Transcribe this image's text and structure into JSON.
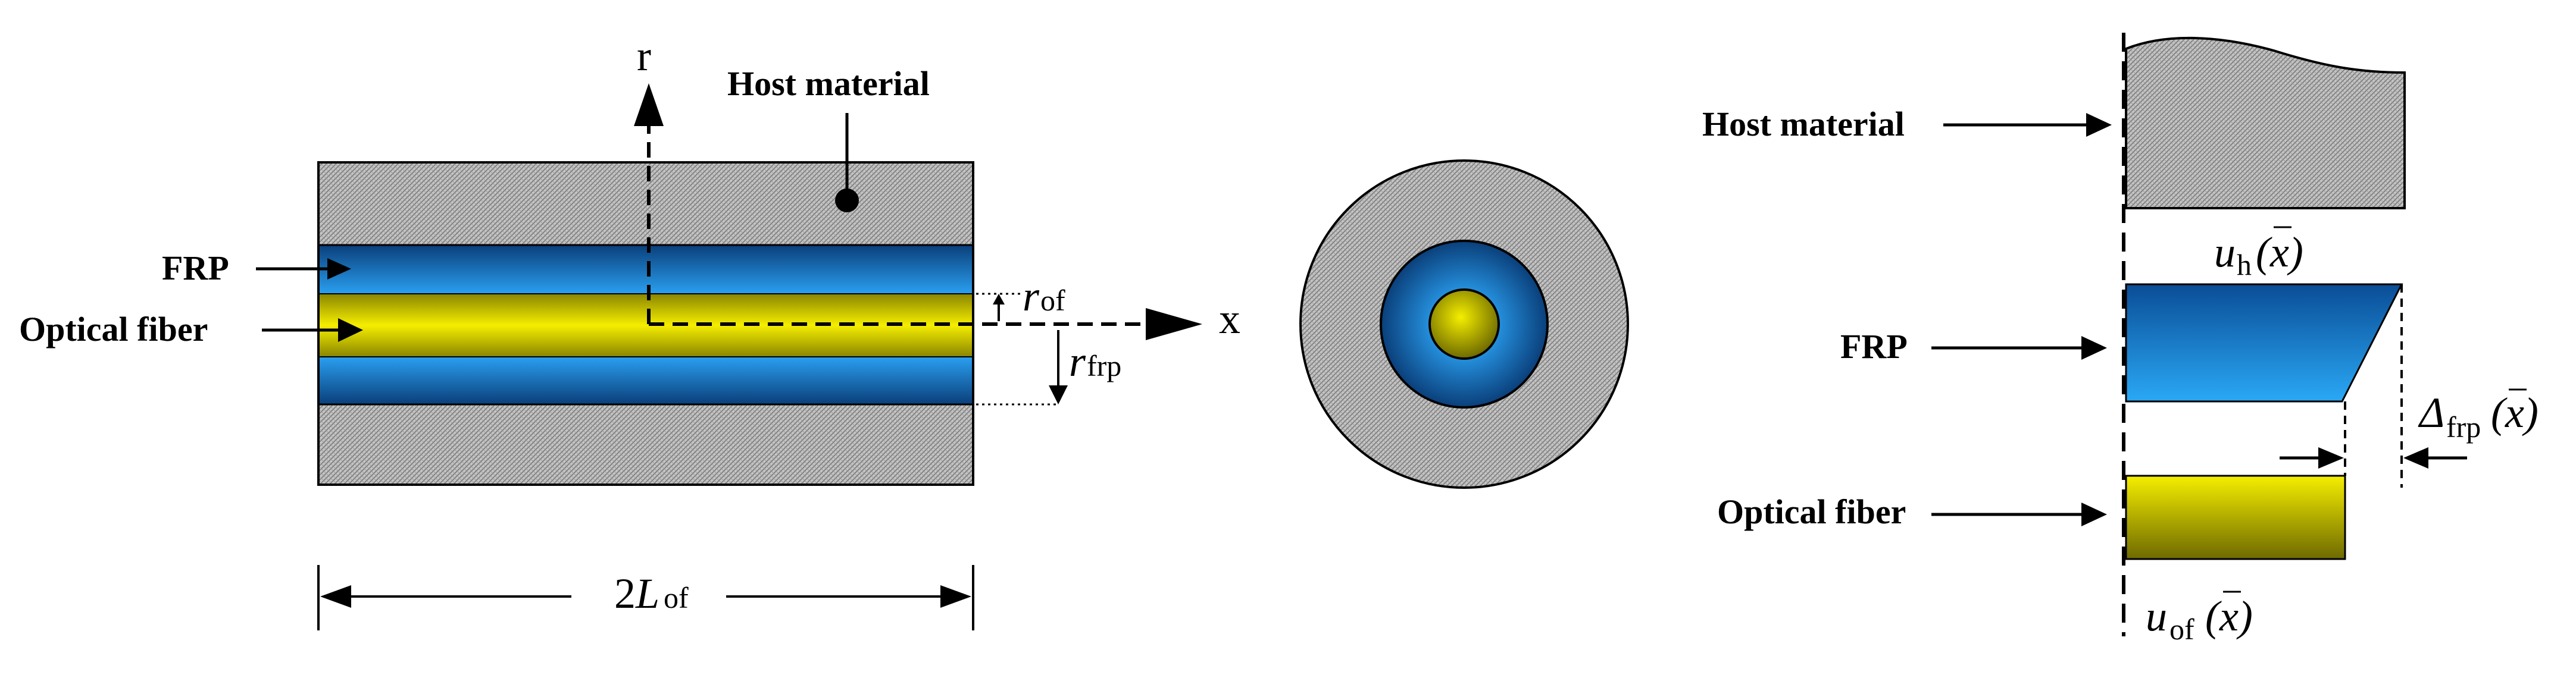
{
  "left_view": {
    "host_material_label": "Host material",
    "frp_label": "FRP",
    "optical_fiber_label": "Optical fiber",
    "axis_r": "r",
    "axis_x": "x",
    "r_of_main": "r",
    "r_of_sub": "of",
    "r_frp_main": "r",
    "r_frp_sub": "frp",
    "length_prefix": "2",
    "length_main": "L",
    "length_sub": "of"
  },
  "right_view": {
    "host_material_label": "Host material",
    "frp_label": "FRP",
    "optical_fiber_label": "Optical fiber",
    "uh_main": "u",
    "uh_sub": "h",
    "uh_arg": "(x)",
    "delta_main": "Δ",
    "delta_sub": "frp",
    "delta_arg": "(x)",
    "uof_main": "u",
    "uof_sub": "of",
    "uof_arg": "(x)"
  },
  "colors": {
    "host_gray": "#b8b8b8",
    "frp_blue_dark": "#0a3f7a",
    "frp_blue_light": "#2a9ff0",
    "fiber_yellow": "#f5ee00",
    "fiber_dark": "#6e6a00"
  }
}
